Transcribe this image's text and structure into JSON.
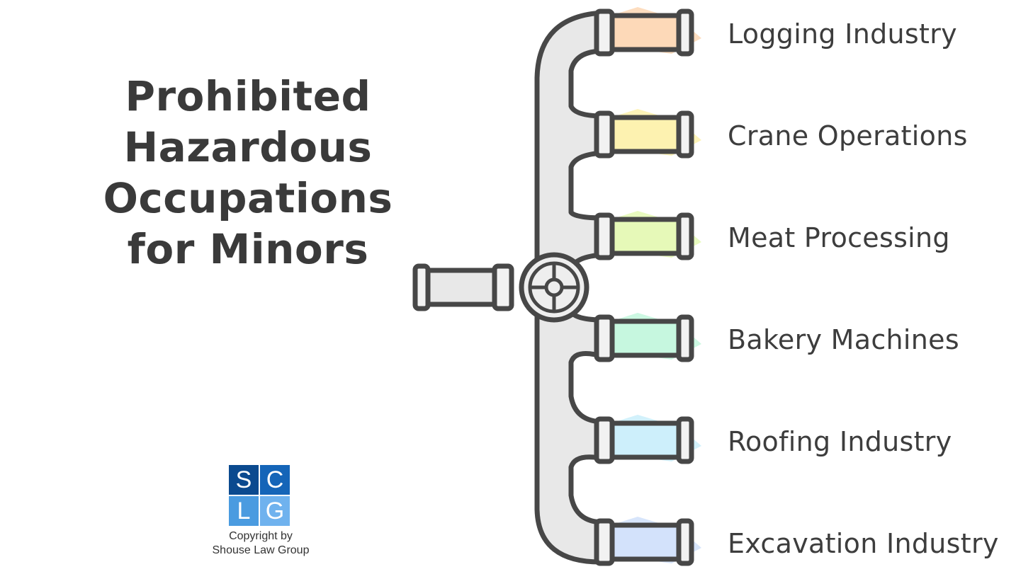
{
  "title": {
    "line1": "Prohibited Hazardous",
    "line2": "Occupations",
    "line3": "for Minors"
  },
  "occupations": [
    {
      "label": "Logging Industry",
      "color": "#fdd9b8"
    },
    {
      "label": "Crane Operations",
      "color": "#fdf2b0"
    },
    {
      "label": "Meat Processing",
      "color": "#e6f9b8"
    },
    {
      "label": "Bakery Machines",
      "color": "#c6f7df"
    },
    {
      "label": "Roofing Industry",
      "color": "#cdeffb"
    },
    {
      "label": "Excavation Industry",
      "color": "#d3e2fb"
    }
  ],
  "logo": {
    "letters": [
      "S",
      "C",
      "L",
      "G"
    ],
    "colors": [
      "#0b4a8f",
      "#1565b8",
      "#4a9be0",
      "#6fb2ee"
    ]
  },
  "copyright": {
    "line1": "Copyright by",
    "line2": "Shouse Law Group"
  }
}
